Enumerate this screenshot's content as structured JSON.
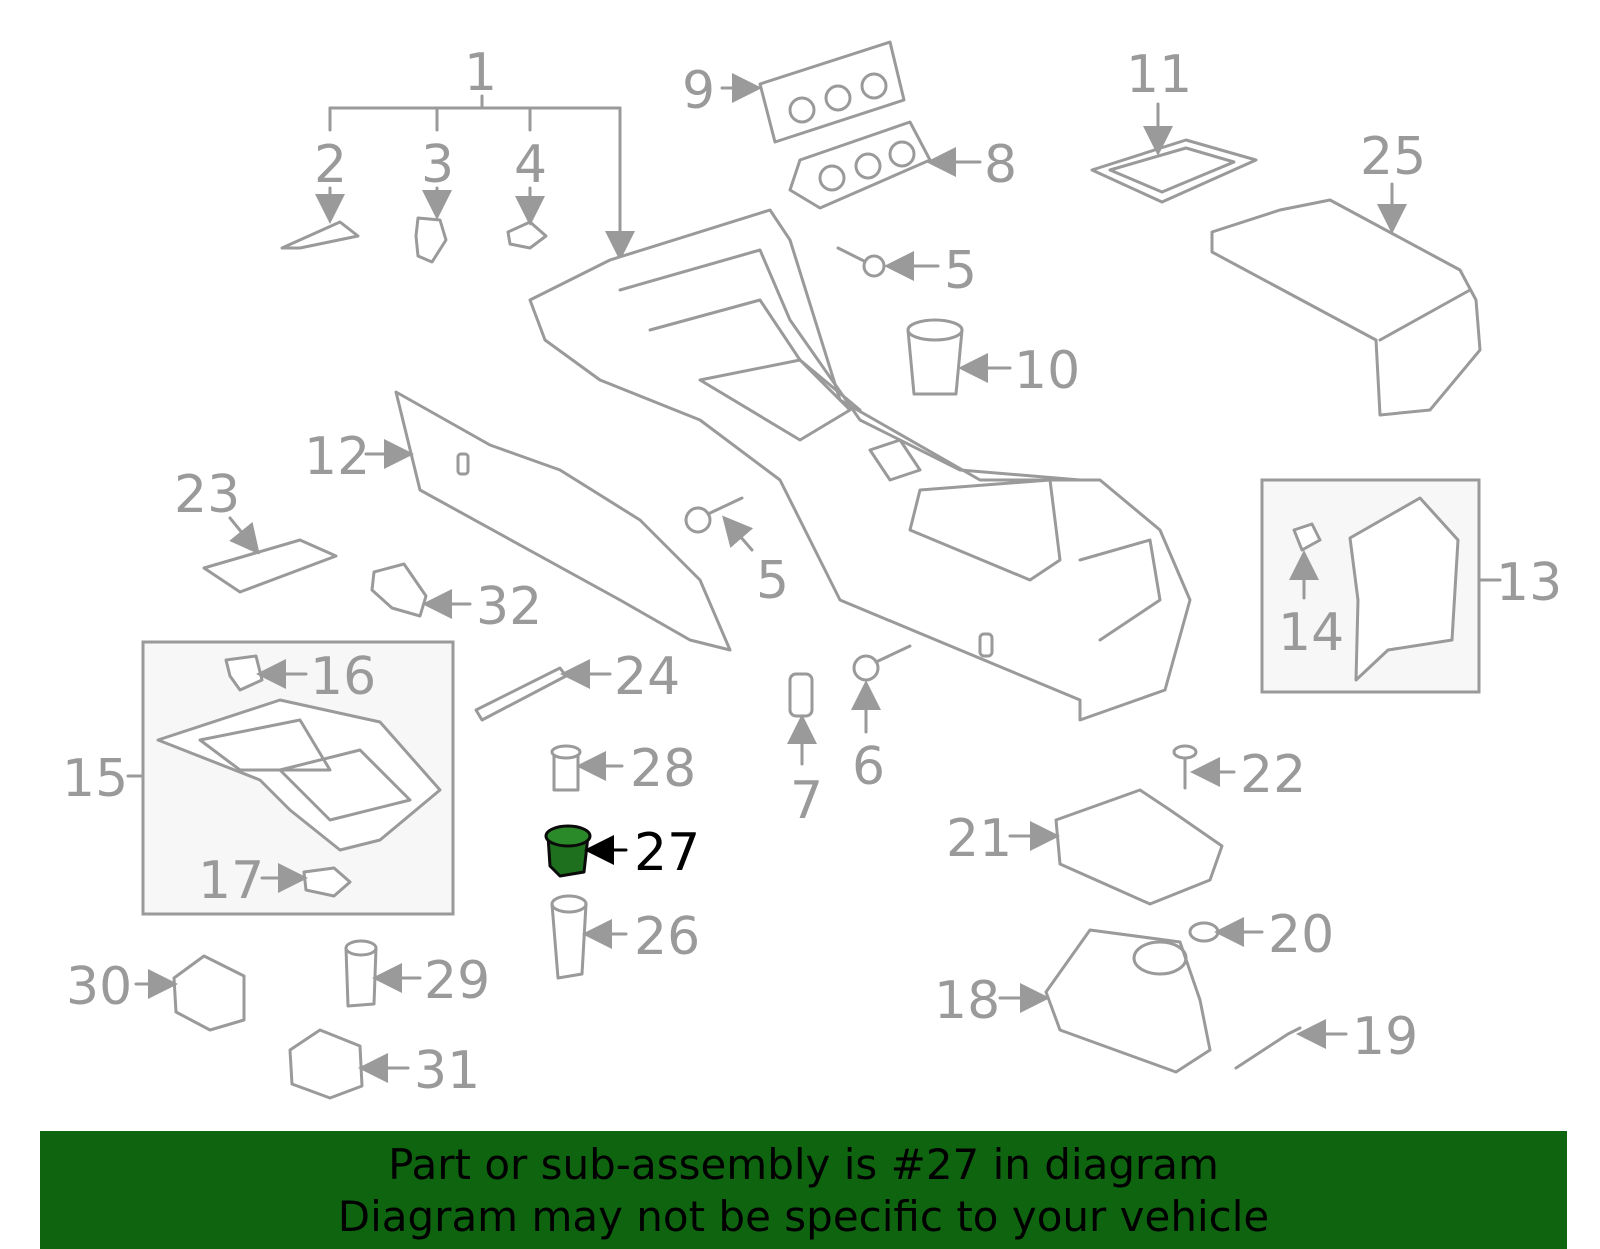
{
  "colors": {
    "line_gray": "#9a9a9a",
    "highlight_green": "#1e6f1e",
    "banner_green": "#0f6410",
    "banner_text": "#000000"
  },
  "highlighted_part": "27",
  "callouts": {
    "c1": "1",
    "c2": "2",
    "c3": "3",
    "c4": "4",
    "c5a": "5",
    "c5b": "5",
    "c6": "6",
    "c7": "7",
    "c8": "8",
    "c9": "9",
    "c10": "10",
    "c11": "11",
    "c12": "12",
    "c13": "13",
    "c14": "14",
    "c15": "15",
    "c16": "16",
    "c17": "17",
    "c18": "18",
    "c19": "19",
    "c20": "20",
    "c21": "21",
    "c22": "22",
    "c23": "23",
    "c24": "24",
    "c25": "25",
    "c26": "26",
    "c27": "27",
    "c28": "28",
    "c29": "29",
    "c30": "30",
    "c31": "31",
    "c32": "32"
  },
  "banner": {
    "line1": "Part or sub-assembly is #27 in diagram",
    "line2": "Diagram may not be specific to your vehicle"
  }
}
